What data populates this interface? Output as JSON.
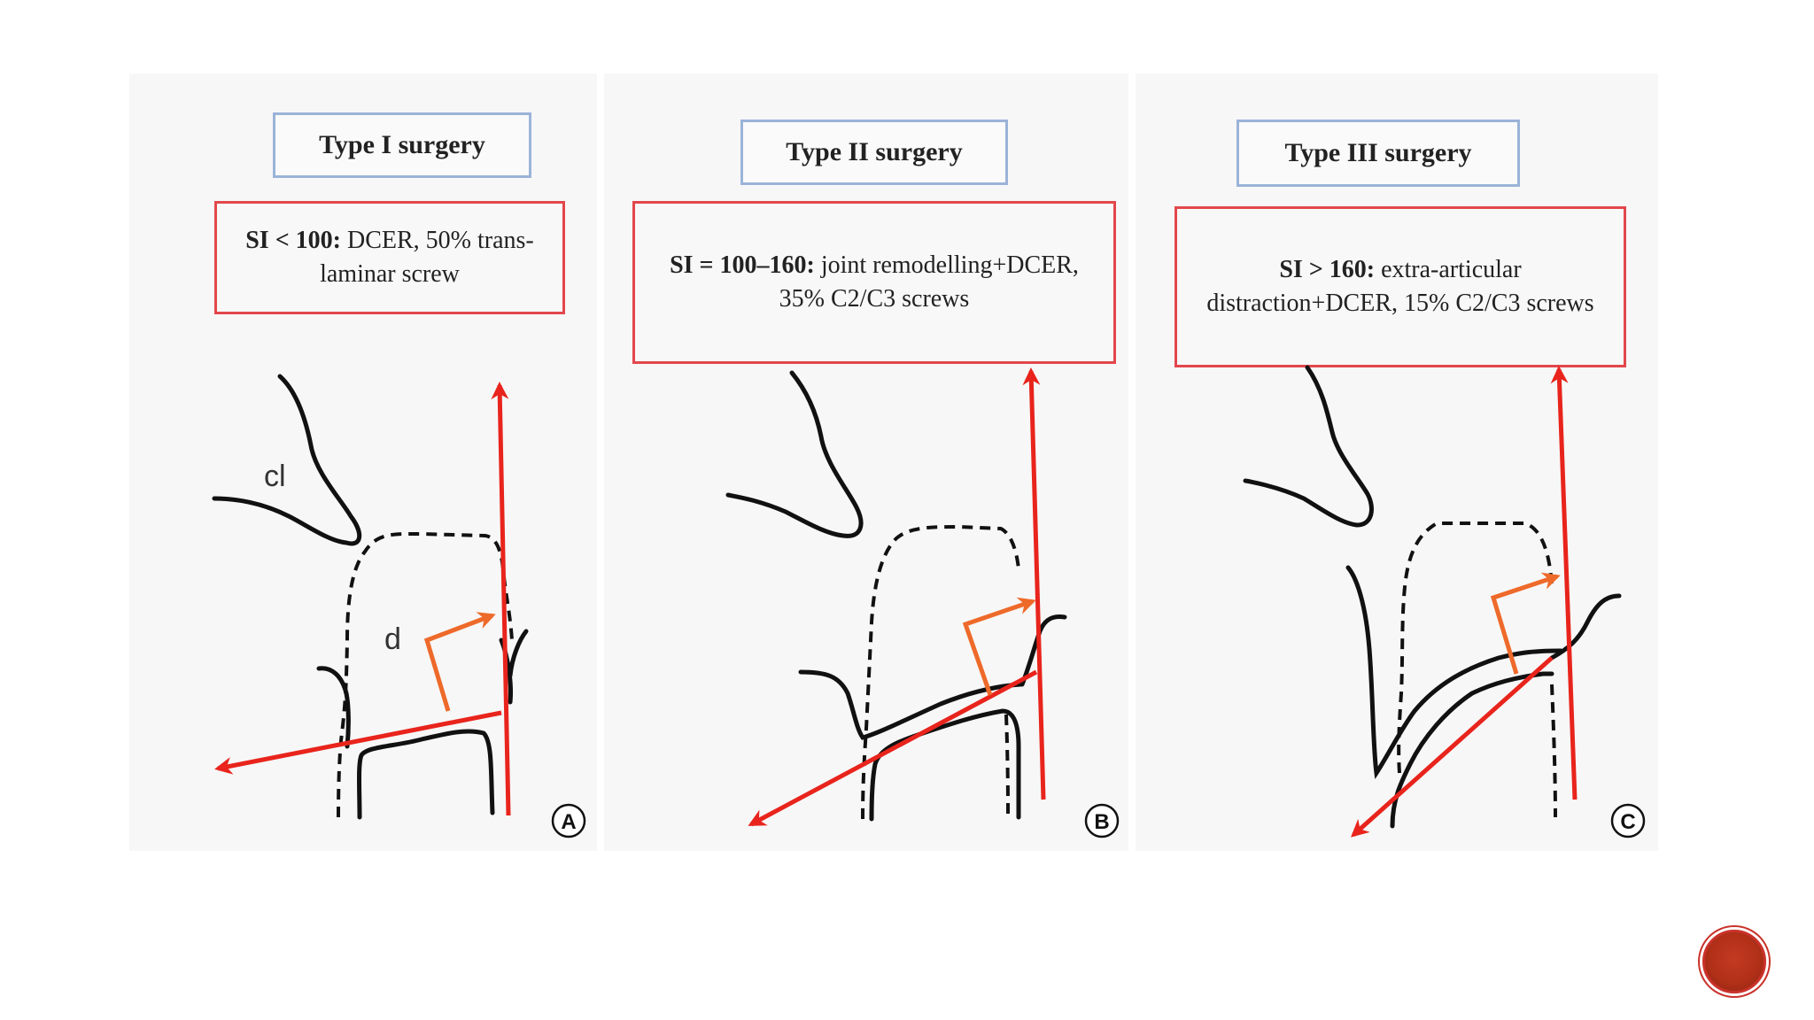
{
  "panels": {
    "a": {
      "title": "Type I surgery",
      "si_label": "SI < 100:",
      "description": " DCER, 50% trans-laminar screw",
      "letter": "A",
      "label_cl": "cl",
      "label_d": "d"
    },
    "b": {
      "title": "Type II surgery",
      "si_label": "SI = 100–160:",
      "description": " joint remodelling+DCER, 35% C2/C3 screws",
      "letter": "B"
    },
    "c": {
      "title": "Type III surgery",
      "si_label": "SI > 160:",
      "description": " extra-articular distraction+DCER, 15% C2/C3 screws",
      "letter": "C"
    }
  },
  "colors": {
    "box_border_blue": "#9bb3d8",
    "box_border_red": "#e2474b",
    "arrow_red": "#e8241c",
    "arrow_orange": "#ee6a2a",
    "bone_black": "#111111",
    "panel_bg": "#f7f7f7",
    "nav_button": "#c0381f"
  }
}
